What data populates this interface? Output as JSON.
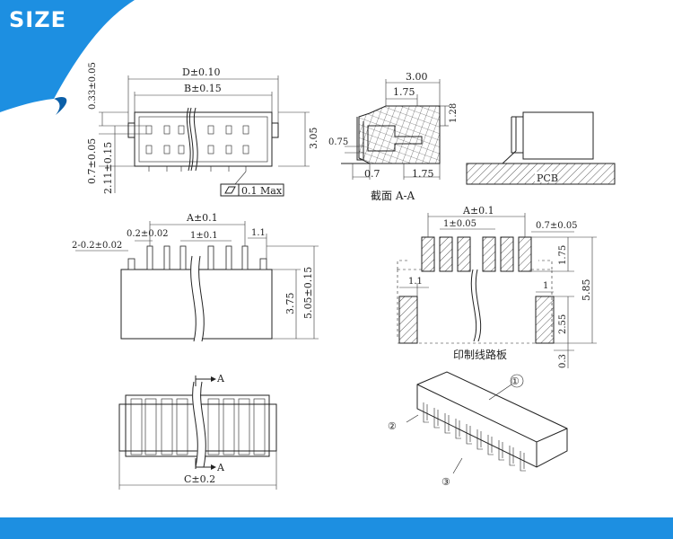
{
  "header": {
    "size_label": "SIZE"
  },
  "colors": {
    "accent": "#1d8fe1",
    "line": "#222222",
    "background": "#ffffff"
  },
  "top_view": {
    "dim_d": "D±0.10",
    "dim_b": "B±0.15",
    "dim_033": "0.33±0.05",
    "dim_07": "0.7±0.05",
    "dim_211": "2.11±0.15",
    "dim_305": "3.05",
    "tolerance_value": "0.1",
    "tolerance_max": "Max"
  },
  "section_view": {
    "dim_300": "3.00",
    "dim_175_top": "1.75",
    "dim_128": "1.28",
    "dim_075": "0.75",
    "dim_07": "0.7",
    "dim_175_bottom": "1.75",
    "caption": "截面  A-A"
  },
  "pcb_view": {
    "pcb_label": "PCB"
  },
  "front_view": {
    "dim_a": "A±0.1",
    "dim_02": "0.2±0.02",
    "dim_2_02": "2-0.2±0.02",
    "dim_1": "1±0.1",
    "dim_11": "1.1",
    "dim_375": "3.75",
    "dim_505": "5.05±0.15"
  },
  "pcb_layout": {
    "dim_a": "A±0.1",
    "dim_1": "1±0.05",
    "dim_07": "0.7±0.05",
    "dim_175": "1.75",
    "dim_585": "5.85",
    "dim_11": "1.1",
    "dim_1_right": "1",
    "dim_255": "2.55",
    "dim_03": "0.3",
    "caption": "印制线路板"
  },
  "bottom_view": {
    "section_mark": "A",
    "dim_c": "C±0.2"
  },
  "iso_view": {
    "callout_1": "①",
    "callout_2": "②",
    "callout_3": "③"
  }
}
